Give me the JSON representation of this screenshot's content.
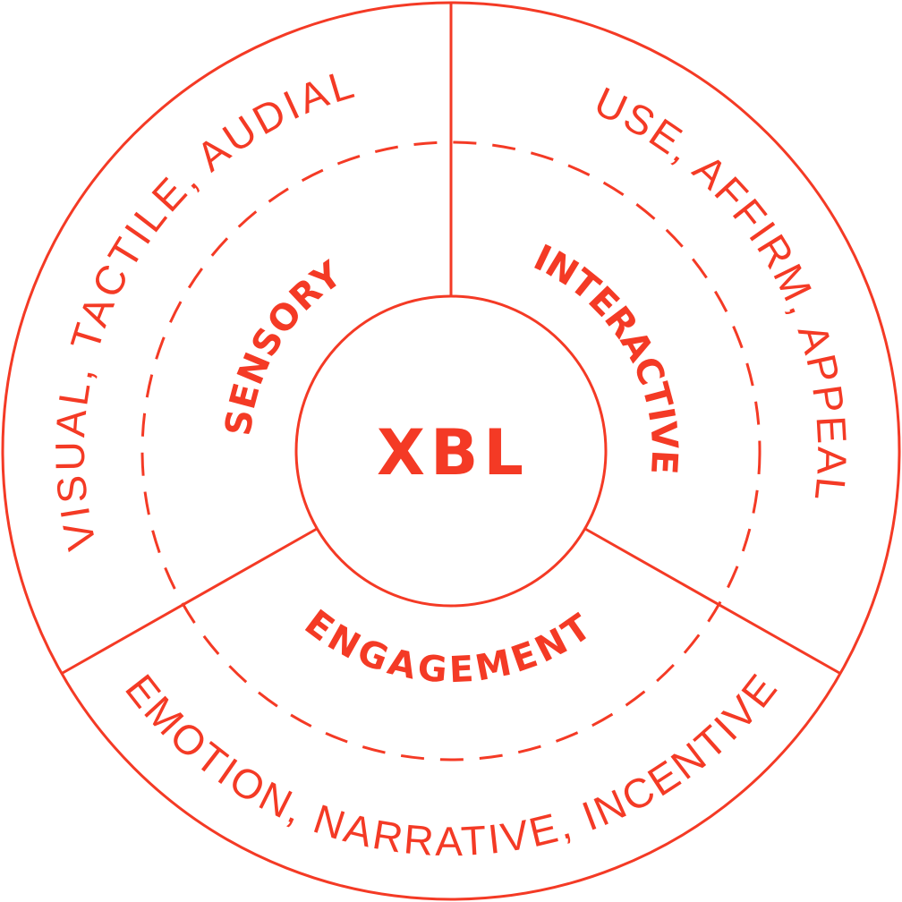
{
  "colors": {
    "accent": "#F43A25",
    "background": "#FFFFFF"
  },
  "center_label": "XBL",
  "categories": [
    {
      "id": "sensory",
      "label": "SENSORY",
      "detail": "VISUAL, TACTILE, AUDIAL"
    },
    {
      "id": "interactive",
      "label": "INTERACTIVE",
      "detail": "USE, AFFIRM, APPEAL"
    },
    {
      "id": "engagement",
      "label": "ENGAGEMENT",
      "detail": "EMOTION, NARRATIVE, INCENTIVE"
    }
  ]
}
